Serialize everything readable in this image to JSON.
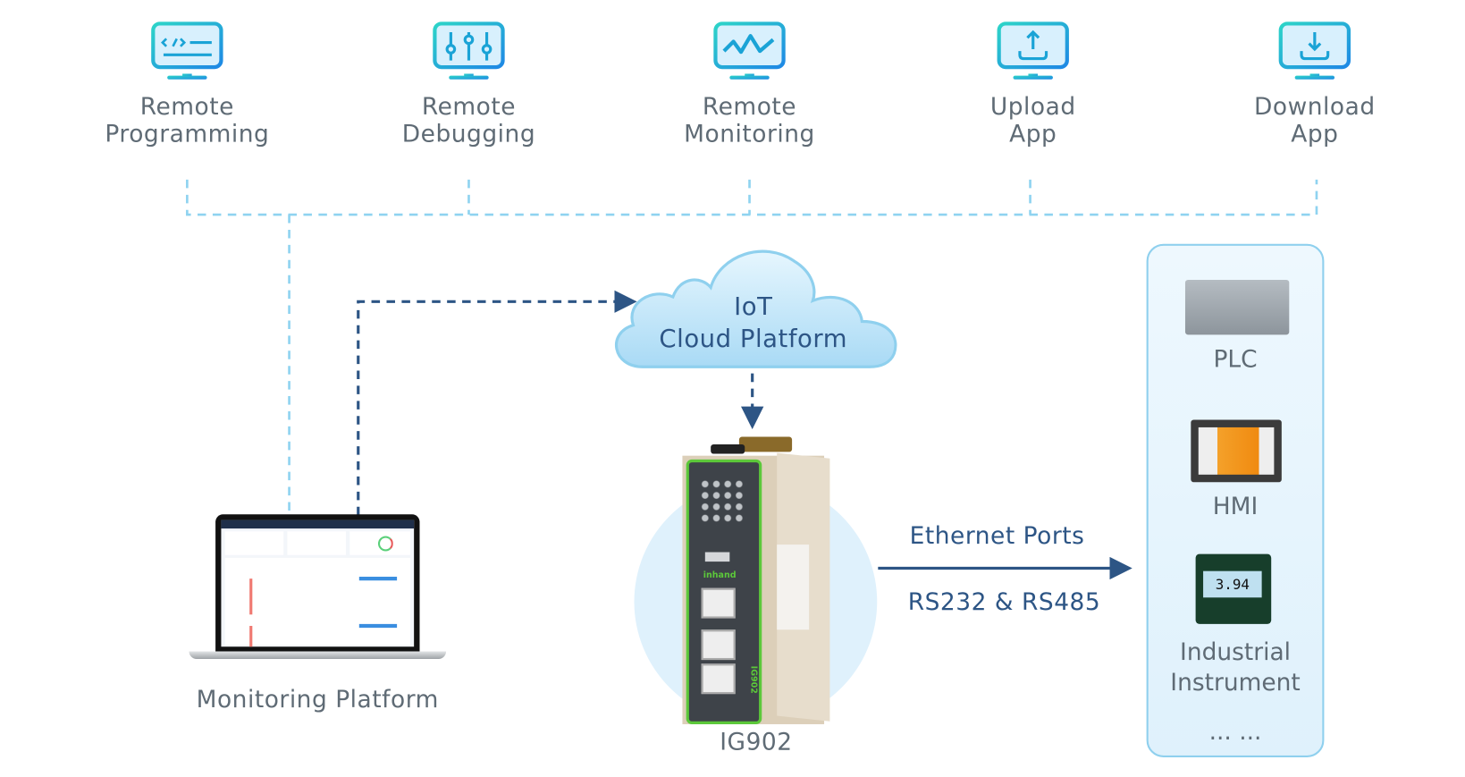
{
  "features": [
    {
      "icon": "code-monitor-icon",
      "line1": "Remote",
      "line2": "Programming"
    },
    {
      "icon": "sliders-monitor-icon",
      "line1": "Remote",
      "line2": "Debugging"
    },
    {
      "icon": "pulse-monitor-icon",
      "line1": "Remote",
      "line2": "Monitoring"
    },
    {
      "icon": "upload-monitor-icon",
      "line1": "Upload",
      "line2": "App"
    },
    {
      "icon": "download-monitor-icon",
      "line1": "Download",
      "line2": "App"
    }
  ],
  "cloud": {
    "line1": "IoT",
    "line2": "Cloud Platform"
  },
  "laptop": {
    "label": "Monitoring Platform"
  },
  "gateway": {
    "label": "IG902",
    "brand": "inhand",
    "model_badge": "IG902"
  },
  "connection": {
    "top": "Ethernet Ports",
    "bottom": "RS232 & RS485"
  },
  "devices": {
    "items": [
      {
        "icon": "plc-icon",
        "label": "PLC"
      },
      {
        "icon": "hmi-icon",
        "label": "HMI"
      },
      {
        "icon": "instrument-icon",
        "label": "Industrial",
        "label2": "Instrument",
        "reading": "3.94"
      }
    ],
    "more": "... ..."
  },
  "colors": {
    "light_line": "#8fd3f0",
    "dark_line": "#2d5585",
    "text_gray": "#5f6b75",
    "accent_green": "#5cc83a"
  }
}
